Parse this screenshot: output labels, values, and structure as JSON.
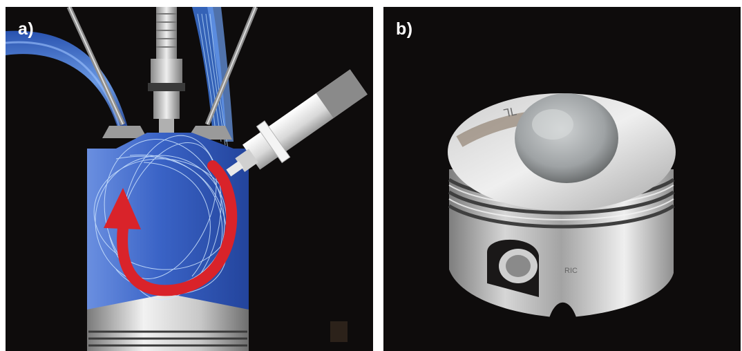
{
  "panels": [
    {
      "label": "a)"
    },
    {
      "label": "b)"
    }
  ],
  "colors": {
    "background": "#0e0c0c",
    "cylinder_blue": "#3a63c6",
    "swirl_arrow": "#d9232a",
    "metal_light": "#e6e6e6",
    "metal_dark": "#8c8c8c"
  },
  "icons": [
    "engine-cylinder-illustration",
    "piston-photo"
  ]
}
